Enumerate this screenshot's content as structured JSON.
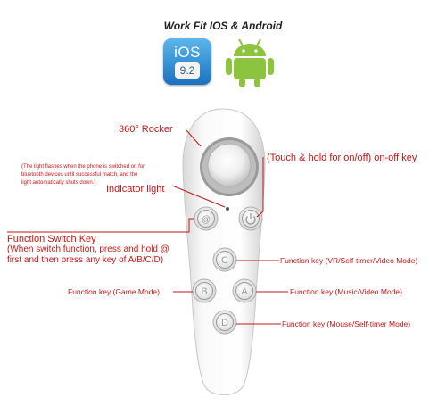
{
  "header": {
    "title": "Work Fit IOS & Android"
  },
  "ios_badge": {
    "line1": "iOS",
    "line2": "9.2"
  },
  "labels": {
    "rocker": "360°  Rocker",
    "note_line1": "(The light flashes when the phone is switched on for",
    "note_line2": "bluetooth devices until successful match, and the",
    "note_line3": "light automatically shuts down.)",
    "indicator": "Indicator light",
    "power": "(Touch & hold for on/off) on-off key",
    "fswitch_title": "Function Switch Key",
    "fswitch_line2": "(When switch function, press and hold @",
    "fswitch_line3": "first and then press any key of A/B/C/D)",
    "key_c": "Function key (VR/Self-timer/Video Mode)",
    "key_b": "Function key (Game Mode)",
    "key_a": "Function key (Music/Video Mode)",
    "key_d": "Function key (Mouse/Self-timer Mode)"
  },
  "buttons": {
    "at": "@",
    "a": "A",
    "b": "B",
    "c": "C",
    "d": "D"
  },
  "colors": {
    "accent": "#c21818",
    "android": "#8cc33f",
    "ios": "#1a72c0"
  }
}
